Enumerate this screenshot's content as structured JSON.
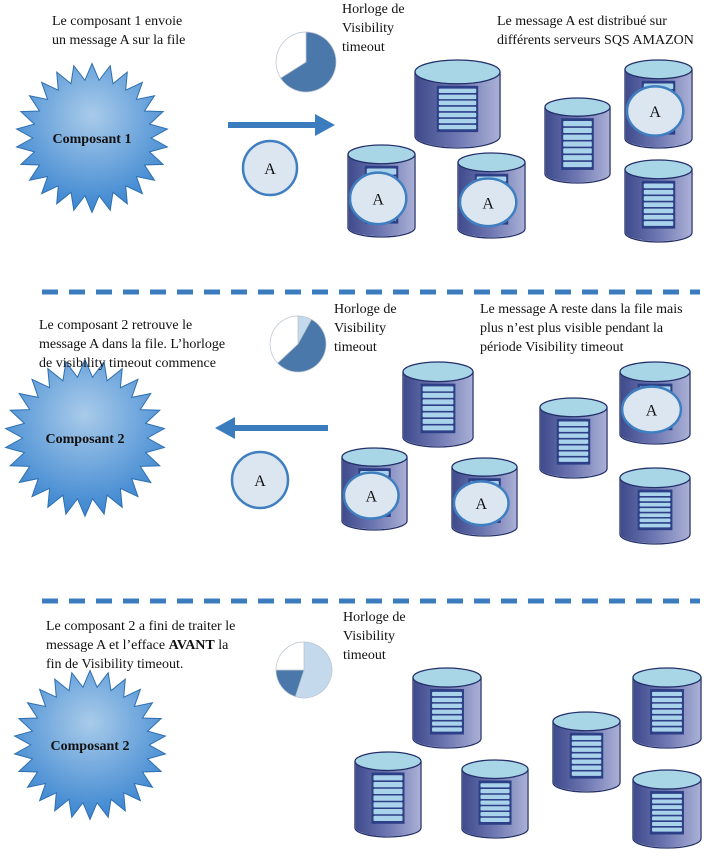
{
  "panels": [
    {
      "caption": "Le composant 1 envoie\nun message A sur la file",
      "clock_label": "Horloge de\nVisibility\ntimeout",
      "right_caption": "Le message A est distribué sur\ndifférents serveurs SQS AMAZON",
      "component": "Composant 1",
      "message": "A",
      "arrow_direction": "right",
      "clock": {
        "dark": 0.66,
        "light": 0,
        "white": 0.34
      }
    },
    {
      "caption": "Le composant 2 retrouve le\nmessage A dans la file. L’horloge\nde visibility timeout commence",
      "clock_label": "Horloge de\nVisibility\ntimeout",
      "right_caption": "Le message A reste dans la file mais\nplus n’est plus visible pendant la\npériode Visibility timeout",
      "component": "Composant 2",
      "message": "A",
      "arrow_direction": "left",
      "clock": {
        "light": 0.08,
        "dark": 0.55,
        "white": 0.37
      }
    },
    {
      "caption_parts": [
        "Le composant 2 a fini de traiter le\nmessage A et l’efface ",
        "AVANT",
        " la\nfin de Visibility timeout."
      ],
      "clock_label": "Horloge de\nVisibility\ntimeout",
      "component": "Composant 2",
      "clock": {
        "light": 0.55,
        "dark": 0.2,
        "white": 0.25
      }
    }
  ],
  "colors": {
    "dark": "#4a78aa",
    "light": "#c5d9ec",
    "star": "#3a85d0",
    "star_light": "#a9cbea",
    "cyl_body": "#6f78b2",
    "cyl_top": "#a9d6e6",
    "msg_fill": "#dbe6f1",
    "msg_stroke": "#3f7fc0",
    "arrow": "#3b7cbf",
    "dash": "#3b7cbf"
  }
}
